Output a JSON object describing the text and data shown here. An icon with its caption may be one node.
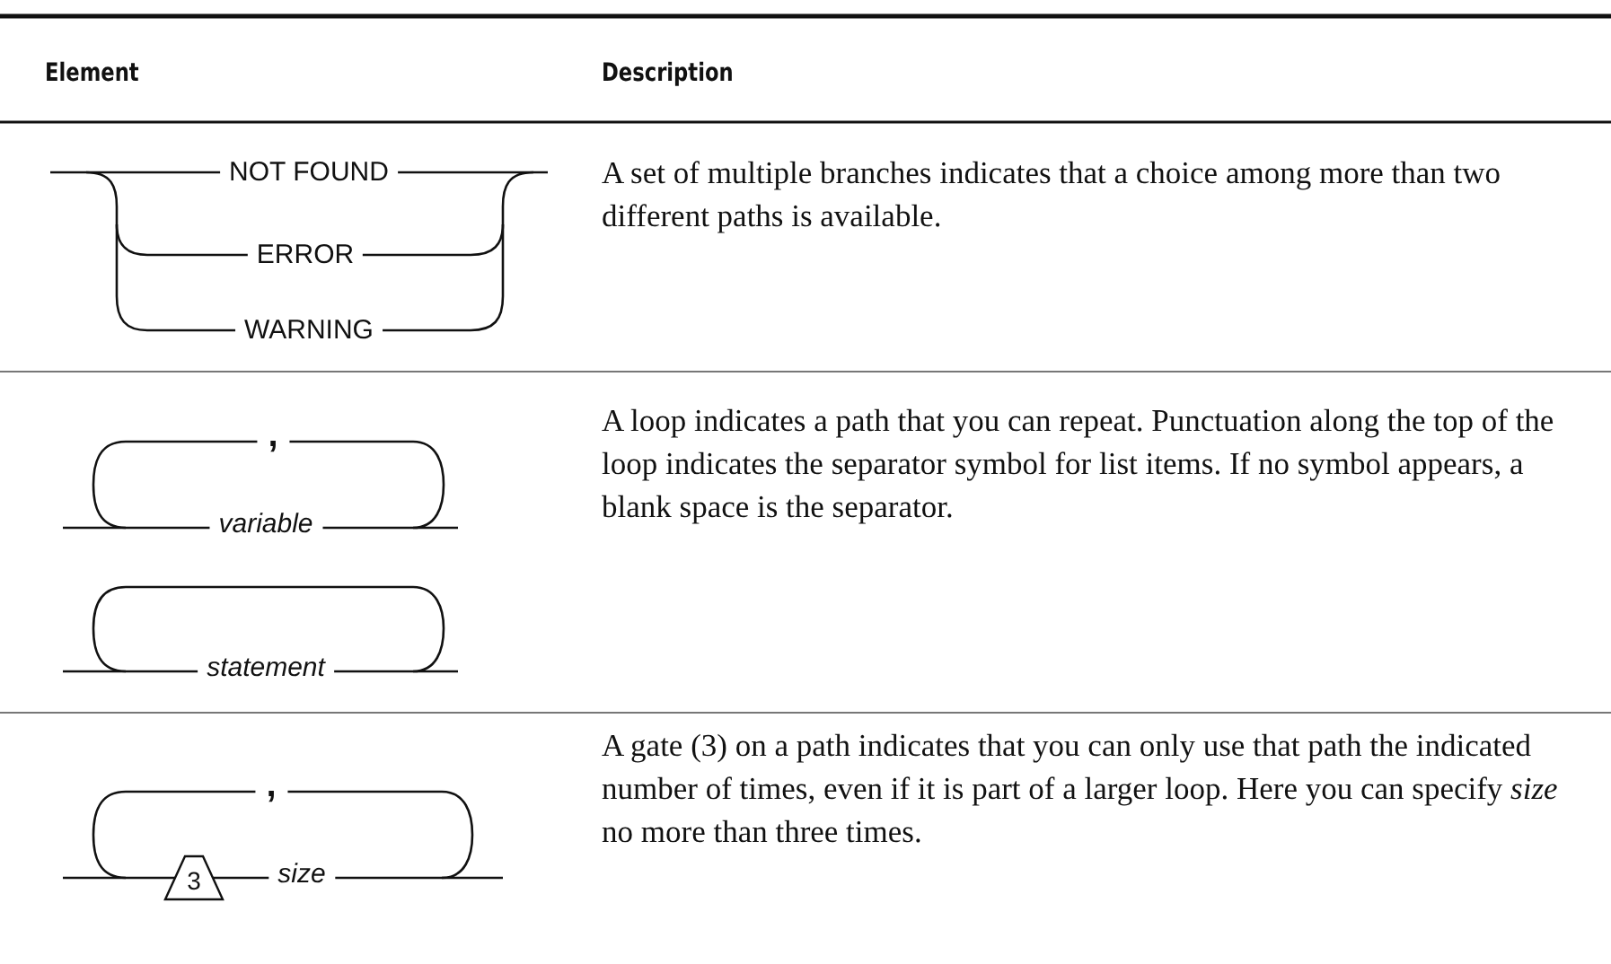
{
  "diagram": {
    "labels": [
      "Element",
      "Description",
      "NOT FOUND",
      "ERROR",
      "WARNING",
      "A set of multiple branches indicates that a choice among more than two different paths is available.",
      ",",
      "variable",
      "statement",
      "A loop indicates a path that you can repeat. Punctuation along the top of the loop indicates the separator symbol for list items. If no symbol appears, a blank space is the separator.",
      ",",
      "3",
      "size",
      "A gate (3) on a path indicates that you can only use that path the indicated number of times, even if it is part of a larger loop. Here you can specify *size* no more than three times."
    ]
  }
}
